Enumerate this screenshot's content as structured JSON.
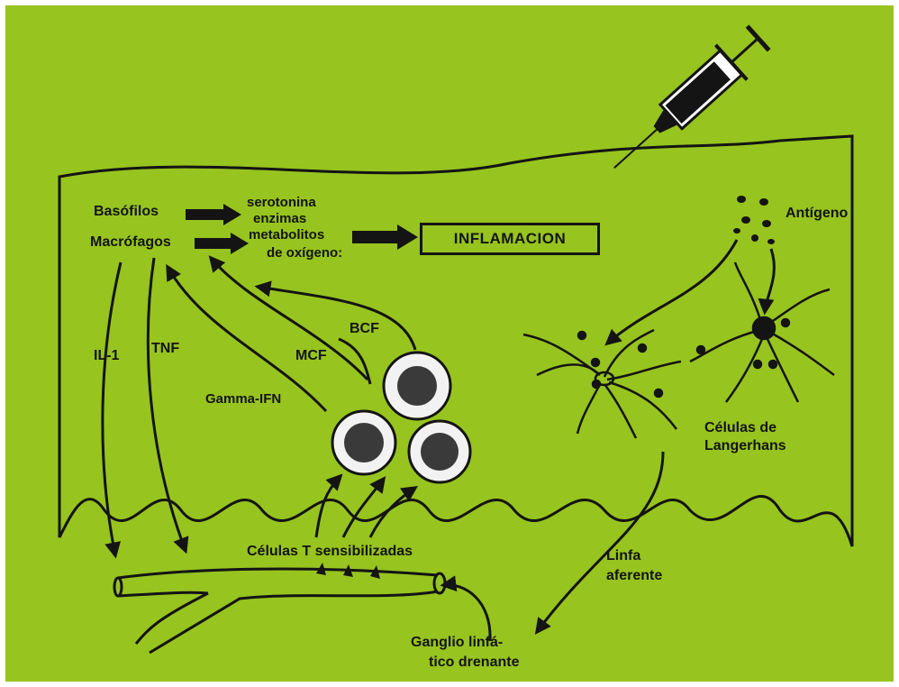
{
  "colors": {
    "background": "#97c41e",
    "ink": "#141414",
    "frame": "#ffffff"
  },
  "labels": {
    "basofilos": "Basófilos",
    "macrofagos": "Macrófagos",
    "serotonina": "serotonina",
    "enzimas": "enzimas",
    "metabolitos": "metabolitos",
    "oxigeno": "de oxígeno:",
    "inflamacion": "INFLAMACION",
    "antigeno": "Antígeno",
    "il1": "IL-1",
    "tnf": "TNF",
    "mcf": "MCF",
    "bcf": "BCF",
    "gamma_ifn": "Gamma-IFN",
    "celulas_t": "Células T sensibilizadas",
    "langerhans_1": "Células de",
    "langerhans_2": "Langerhans",
    "linfa_1": "Linfa",
    "linfa_2": "aferente",
    "ganglio_1": "Ganglio linfá-",
    "ganglio_2": "tico drenante"
  },
  "icons": [
    "syringe-icon",
    "antigen-particles",
    "t-cell",
    "langerhans-cell",
    "lymph-vessel",
    "blood-vessel"
  ]
}
